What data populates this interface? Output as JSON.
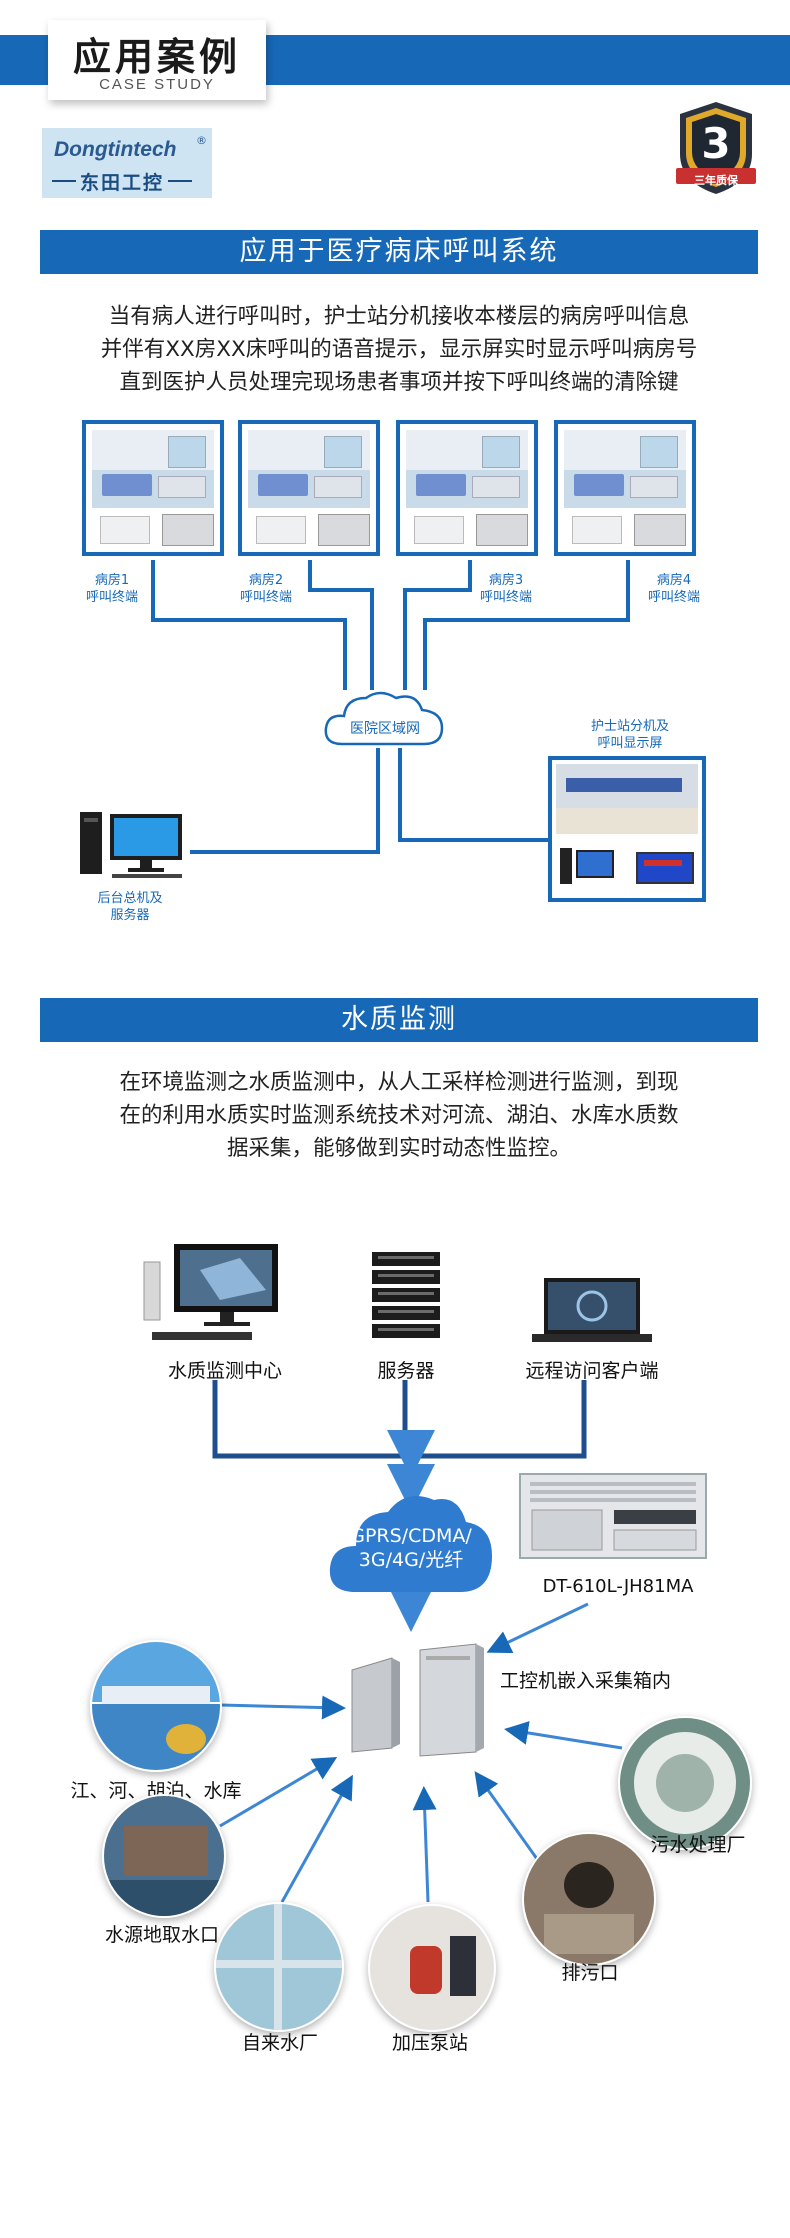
{
  "header": {
    "title": "应用案例",
    "subtitle": "CASE STUDY"
  },
  "logo": {
    "brand_en": "Dongtintech",
    "brand_cn": "东田工控",
    "registered": "®"
  },
  "badge": {
    "number": "3",
    "text": "三年质保"
  },
  "section1": {
    "title": "应用于医疗病床呼叫系统",
    "paragraph_lines": [
      "当有病人进行呼叫时，护士站分机接收本楼层的病房呼叫信息",
      "并伴有XX房XX床呼叫的语音提示，显示屏实时显示呼叫病房号",
      "直到医护人员处理完现场患者事项并按下呼叫终端的清除键"
    ],
    "rooms": [
      {
        "name": "病房1",
        "sub": "呼叫终端"
      },
      {
        "name": "病房2",
        "sub": "呼叫终端"
      },
      {
        "name": "病房3",
        "sub": "呼叫终端"
      },
      {
        "name": "病房4",
        "sub": "呼叫终端"
      }
    ],
    "cloud_label": "医院区域网",
    "nurse_station": {
      "line1": "护士站分机及",
      "line2": "呼叫显示屏"
    },
    "backend": {
      "line1": "后台总机及",
      "line2": "服务器"
    }
  },
  "section2": {
    "title": "水质监测",
    "paragraph_lines": [
      "在环境监测之水质监测中，从人工采样检测进行监测，到现",
      "在的利用水质实时监测系统技术对河流、湖泊、水库水质数",
      "据采集，能够做到实时动态性监控。"
    ],
    "top_nodes": [
      "水质监测中心",
      "服务器",
      "远程访问客户端"
    ],
    "cloud_lines": [
      "GPRS/CDMA/",
      "3G/4G/光纤"
    ],
    "device_label": "DT-610L-JH81MA",
    "cabinet_label": "工控机嵌入采集箱内",
    "sources": [
      "江、河、胡泊、水库",
      "水源地取水口",
      "自来水厂",
      "加压泵站",
      "排污口",
      "污水处理厂"
    ]
  },
  "colors": {
    "brand_blue": "#1769b8",
    "arrow_blue": "#3d86d6"
  }
}
